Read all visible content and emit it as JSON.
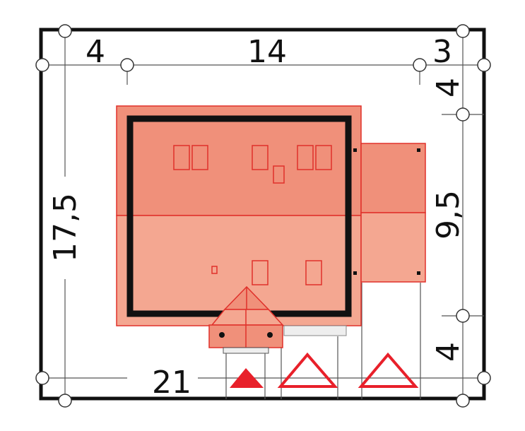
{
  "plan": {
    "colors": {
      "frame": "#111111",
      "dim_line": "#555555",
      "marker_stroke": "#333333",
      "roof_dark": "#f0907a",
      "roof_light": "#f4a791",
      "roof_outline": "#e0302a",
      "walls": "#111111",
      "entrance_triangle": "#e8202a"
    },
    "dimensions": {
      "top_left": "4",
      "top_middle": "14",
      "top_right": "3",
      "right_top": "4",
      "right_middle": "9,5",
      "right_bottom": "4",
      "left": "17,5",
      "bottom": "21"
    },
    "access_markers": [
      {
        "kind": "filled-triangle",
        "meaning": "pedestrian entrance"
      },
      {
        "kind": "outline-triangle",
        "meaning": "driveway entrance"
      },
      {
        "kind": "outline-triangle",
        "meaning": "driveway entrance"
      }
    ]
  }
}
